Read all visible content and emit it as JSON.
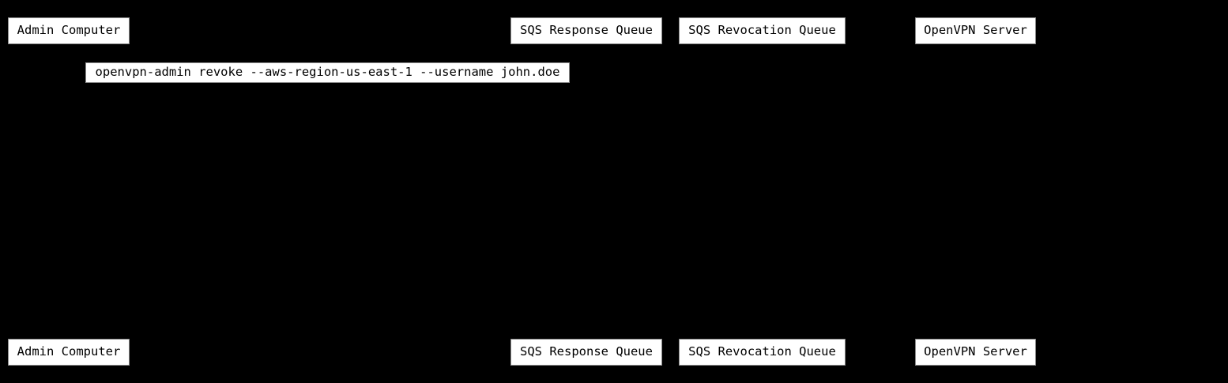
{
  "diagram": {
    "type": "sequence-diagram",
    "colors": {
      "background": "#000000",
      "box_fill": "#ffffff",
      "box_border": "#8a8a8a",
      "box_text": "#000000"
    }
  },
  "participants": [
    {
      "label": "Admin Computer"
    },
    {
      "label": "SQS Response Queue"
    },
    {
      "label": "SQS Revocation Queue"
    },
    {
      "label": "OpenVPN Server"
    }
  ],
  "message": {
    "text": "openvpn-admin revoke --aws-region-us-east-1 --username john.doe"
  }
}
